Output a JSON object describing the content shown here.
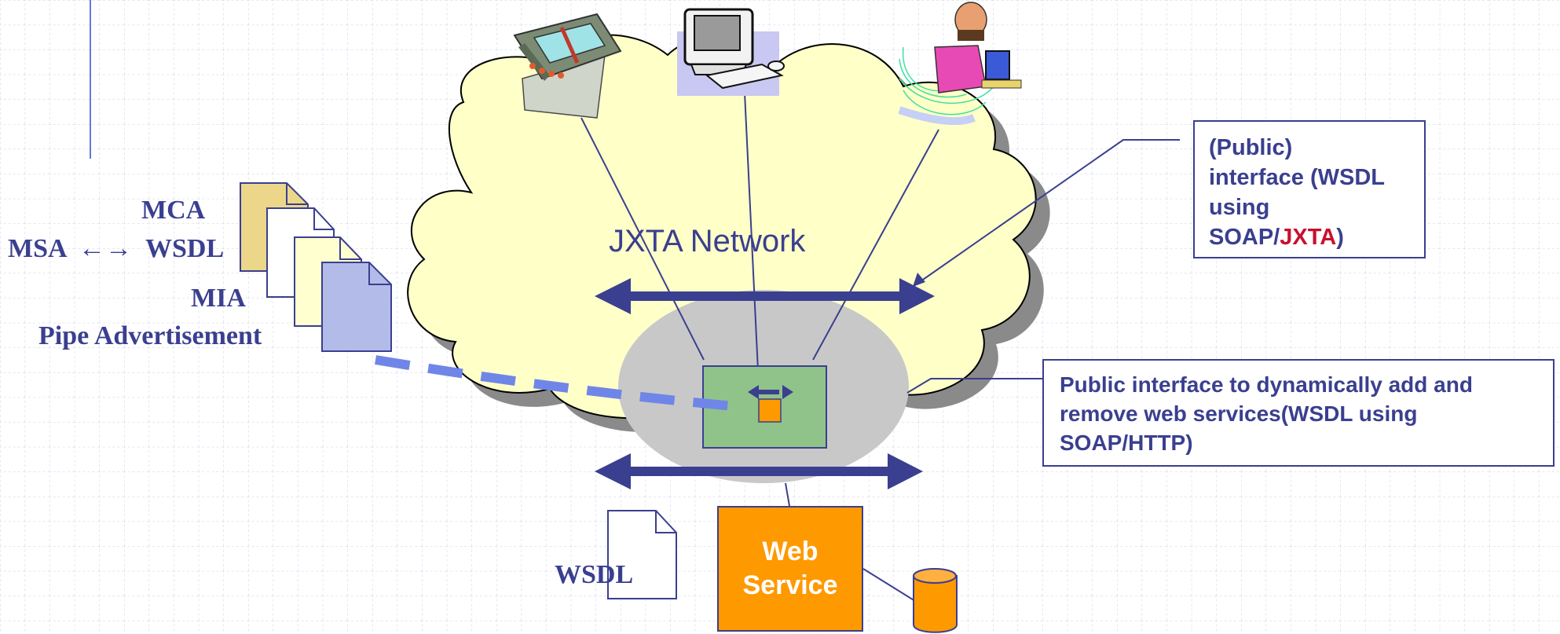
{
  "diagram": {
    "network_label": "JXTA Network",
    "doc_labels": {
      "mca": "MCA",
      "msa": "MSA",
      "arrows": "←→",
      "wsdl": "WSDL",
      "mia": "MIA",
      "pipe_adv": "Pipe Advertisement"
    },
    "bottom_wsdl_label": "WSDL",
    "web_service": {
      "line1": "Web",
      "line2": "Service"
    },
    "callout_top": {
      "line1": "(Public)",
      "line2": "interface (WSDL",
      "line3": "using",
      "line4_prefix": "SOAP/",
      "line4_highlight": "JXTA",
      "line4_suffix": ")"
    },
    "callout_bottom": {
      "line1": "Public interface to dynamically add and",
      "line2": "remove web services(WSDL using",
      "line3": "SOAP/HTTP)"
    },
    "colors": {
      "navy": "#3a3f8f",
      "cloud": "#ffffc8",
      "cloud_shadow": "#8a8a8a",
      "ellipse": "#c8c8c8",
      "inner_box": "#90c38a",
      "orange": "#ff9900",
      "dashed": "#6f86e8",
      "highlight": "#c8102e",
      "grid": "#c8d0ea"
    },
    "icons": [
      "pda-icon",
      "desktop-computer-icon",
      "person-at-computer-icon",
      "database-cylinder-icon",
      "document-icon"
    ]
  }
}
